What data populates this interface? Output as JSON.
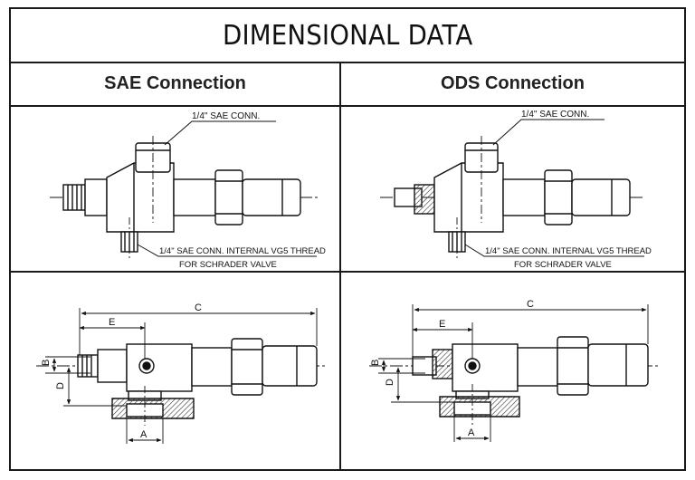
{
  "title": "DIMENSIONAL DATA",
  "headers": {
    "sae": "SAE Connection",
    "ods": "ODS Connection"
  },
  "callouts": {
    "sae_conn": "1/4\" SAE CONN.",
    "vg5_line1": "1/4\" SAE CONN. INTERNAL VG5 THREAD",
    "vg5_line2": "FOR SCHRADER VALVE"
  },
  "dimensions": {
    "a": "A",
    "b": "B",
    "c": "C",
    "d": "D",
    "e": "E"
  },
  "colors": {
    "line": "#111111",
    "hatch": "#333333",
    "centerline": "#111111"
  }
}
